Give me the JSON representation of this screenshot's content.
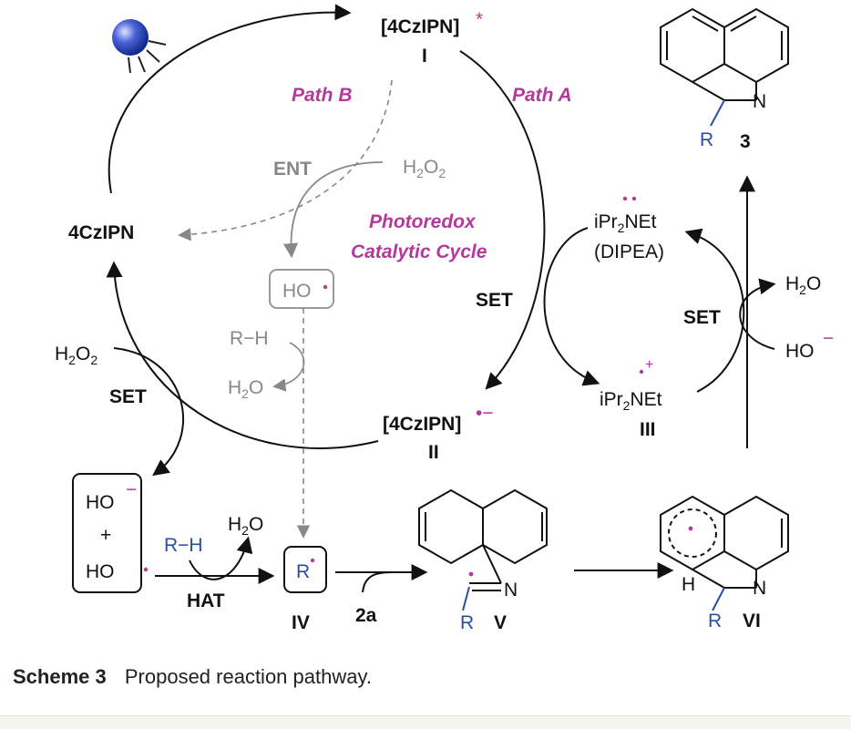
{
  "labels": {
    "cat_excited": "[4CzIPN]",
    "cat_excited_sup": "*",
    "num_I": "I",
    "path_b": "Path B",
    "path_a": "Path A",
    "ent": "ENT",
    "h2o2_top": "H",
    "cat_ground": "4CzIPN",
    "photoredox_1": "Photoredox",
    "photoredox_2": "Catalytic Cycle",
    "ho_radical": "HO",
    "set_left": "SET",
    "rh_grey": "R−H",
    "h2o_grey": "H",
    "cat_anion": "[4CzIPN]",
    "num_II": "II",
    "h2o2_left": "H",
    "set_left2": "SET",
    "dipea_1": "iPr",
    "dipea_n": "NEt",
    "dipea_name": "(DIPEA)",
    "set_right": "SET",
    "h2o_right": "H",
    "ho_minus_right": "HO",
    "radcat_pr": "iPr",
    "radcat_n": "NEt",
    "num_III": "III",
    "box_ho_minus": "HO",
    "box_plus": "+",
    "box_ho_rad": "HO",
    "rh_blue": "R−H",
    "h2o_mid": "H",
    "hat": "HAT",
    "r_radical": "R",
    "num_IV": "IV",
    "reagent_2a": "2a",
    "prod_R": "R",
    "prod_N": "N",
    "num_3": "3",
    "imid_R": "R",
    "imid_N": "N",
    "num_V": "V",
    "vi_H": "H",
    "vi_N": "N",
    "vi_R": "R",
    "num_VI": "VI",
    "sub_2": "2",
    "o_letter": "O",
    "o2_letter": "O"
  },
  "caption": {
    "number": "Scheme 3",
    "text": "Proposed reaction pathway."
  },
  "colors": {
    "pink": "#b5399b",
    "blue": "#2a4fa0",
    "grey": "#888888"
  }
}
